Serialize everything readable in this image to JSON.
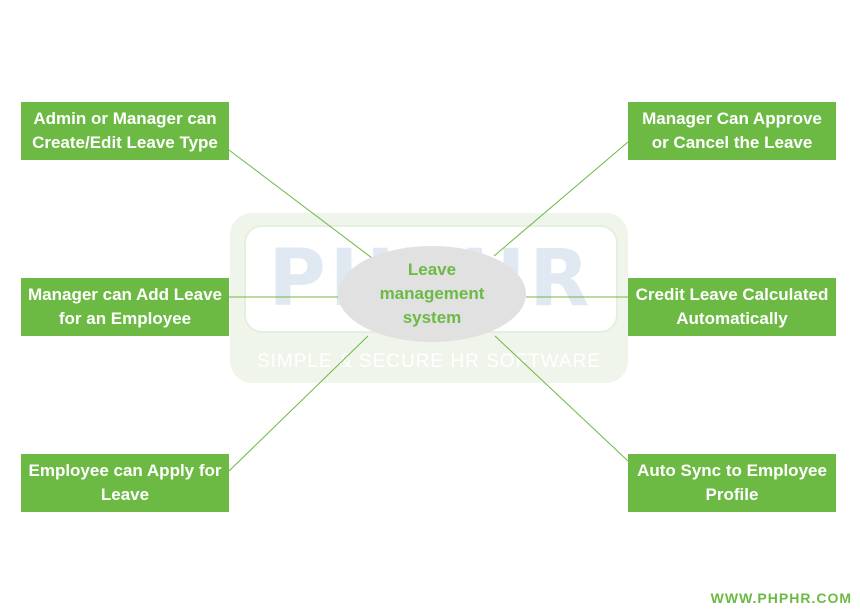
{
  "watermark": {
    "brand": "PHPHR",
    "tagline": "SIMPLE & SECURE HR SOFTWARE"
  },
  "center": {
    "label": "Leave management system"
  },
  "nodes": {
    "top_left": "Admin or Manager can Create/Edit Leave Type",
    "middle_left": "Manager can Add Leave for an Employee",
    "bottom_left": "Employee can Apply for Leave",
    "top_right": "Manager Can Approve or Cancel the Leave",
    "middle_right": "Credit Leave Calculated Automatically",
    "bottom_right": "Auto Sync to Employee Profile"
  },
  "footer": {
    "url": "WWW.PHPHR.COM"
  },
  "colors": {
    "accent_green": "#6cb944",
    "center_fill": "#e1e1e1",
    "line": "#6cb944"
  }
}
